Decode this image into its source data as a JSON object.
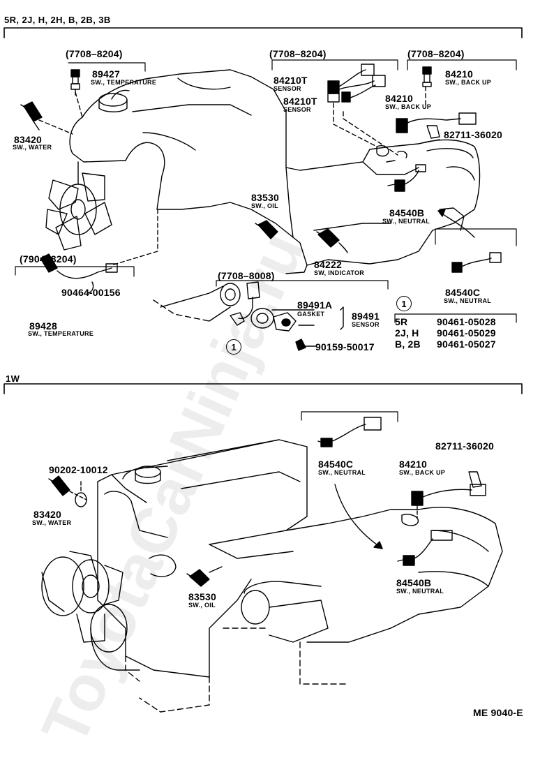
{
  "watermark": "ToyotaCarNinja.ru",
  "doc_code": "ME 9040-E",
  "upper": {
    "header": "5R, 2J, H, 2H, B, 2B, 3B",
    "ranges": {
      "r1": "(7708–8204)",
      "r2": "(7708–8204)",
      "r3": "(7708–8204)",
      "r4": "(7904–8204)",
      "r5": "(7708–8008)"
    },
    "parts": {
      "p89427": {
        "num": "89427",
        "desc": "SW., TEMPERATURE"
      },
      "p83420": {
        "num": "83420",
        "desc": "SW., WATER"
      },
      "p84210T_a": {
        "num": "84210T",
        "desc": "SENSOR"
      },
      "p84210T_b": {
        "num": "84210T",
        "desc": "SENSOR"
      },
      "p84210_a": {
        "num": "84210",
        "desc": "SW., BACK UP"
      },
      "p84210_b": {
        "num": "84210",
        "desc": "SW., BACK UP"
      },
      "p82711": {
        "num": "82711-36020"
      },
      "p83530": {
        "num": "83530",
        "desc": "SW., OIL"
      },
      "p84540B": {
        "num": "84540B",
        "desc": "SW., NEUTRAL"
      },
      "p84222": {
        "num": "84222",
        "desc": "SW, INDICATOR"
      },
      "p84540C": {
        "num": "84540C",
        "desc": "SW., NEUTRAL"
      },
      "p89428": {
        "num": "89428",
        "desc": "SW., TEMPERATURE"
      },
      "p90464": {
        "num": "90464-00156"
      },
      "p89491A": {
        "num": "89491A",
        "desc": "GASKET"
      },
      "p89491": {
        "num": "89491",
        "desc": "SENSOR"
      },
      "p90159": {
        "num": "90159-50017"
      }
    },
    "callout": "1",
    "table": {
      "rows": [
        {
          "model": "5R",
          "part": "90461-05028"
        },
        {
          "model": "2J, H",
          "part": "90461-05029"
        },
        {
          "model": "B, 2B",
          "part": "90461-05027"
        }
      ]
    }
  },
  "lower": {
    "header": "1W",
    "parts": {
      "p90202": {
        "num": "90202-10012"
      },
      "p83420": {
        "num": "83420",
        "desc": "SW., WATER"
      },
      "p83530": {
        "num": "83530",
        "desc": "SW., OIL"
      },
      "p84540C": {
        "num": "84540C",
        "desc": "SW., NEUTRAL"
      },
      "p82711": {
        "num": "82711-36020"
      },
      "p84210": {
        "num": "84210",
        "desc": "SW., BACK UP"
      },
      "p84540B": {
        "num": "84540B",
        "desc": "SW., NEUTRAL"
      }
    }
  }
}
